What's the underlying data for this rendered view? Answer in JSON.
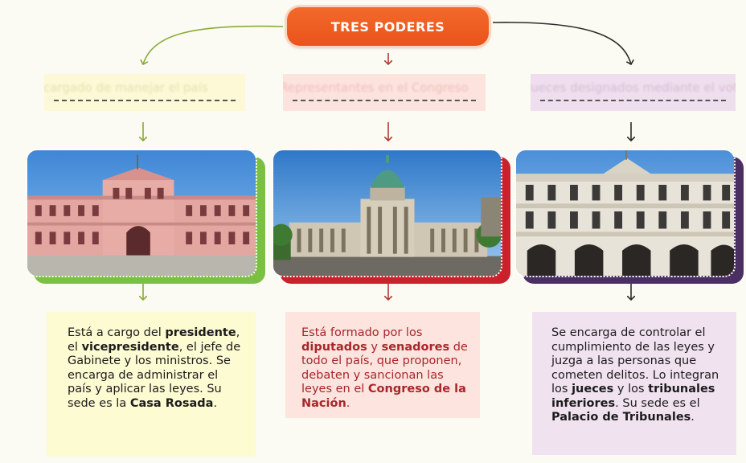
{
  "title": "TRES PODERES",
  "fill_boxes": [
    {
      "ghost_text": "Encargado de manejar el país"
    },
    {
      "ghost_text": "Representantes en el Congreso"
    },
    {
      "ghost_text": "Jueces designados mediante el voto, elige a"
    }
  ],
  "photos": [
    {
      "subject": "Casa Rosada"
    },
    {
      "subject": "Congreso de la Nación"
    },
    {
      "subject": "Palacio de Tribunales"
    }
  ],
  "descriptions": {
    "ejecutivo": {
      "t1": "Está a cargo del ",
      "b1": "presidente",
      "t2": ", el ",
      "b2": "vicepresidente",
      "t3": ", el jefe de Gabinete y los ministros. Se encarga de administrar el país y aplicar las leyes. Su sede es la ",
      "b3": "Casa Rosada",
      "t4": "."
    },
    "legislativo": {
      "t1": "Está formado por los ",
      "b1": "diputados",
      "t2": " y ",
      "b2": "senadores",
      "t3": " de todo el país, que proponen, debaten y sancionan las leyes en el ",
      "b3": "Congreso de la Nación",
      "t4": "."
    },
    "judicial": {
      "t1": "Se encarga de controlar el cumplimiento de las leyes y juzga a las personas que cometen delitos. Lo integran los ",
      "b1": "jueces",
      "t2": " y los ",
      "b2": "tribunales inferiores",
      "t3": ". Su sede es el ",
      "b3": "Palacio de Tribunales",
      "t4": "."
    }
  },
  "colors": {
    "title_bg": "#ea531c",
    "ejecutivo": "#7bc043",
    "legislativo": "#c8232c",
    "judicial": "#4b2f63"
  }
}
